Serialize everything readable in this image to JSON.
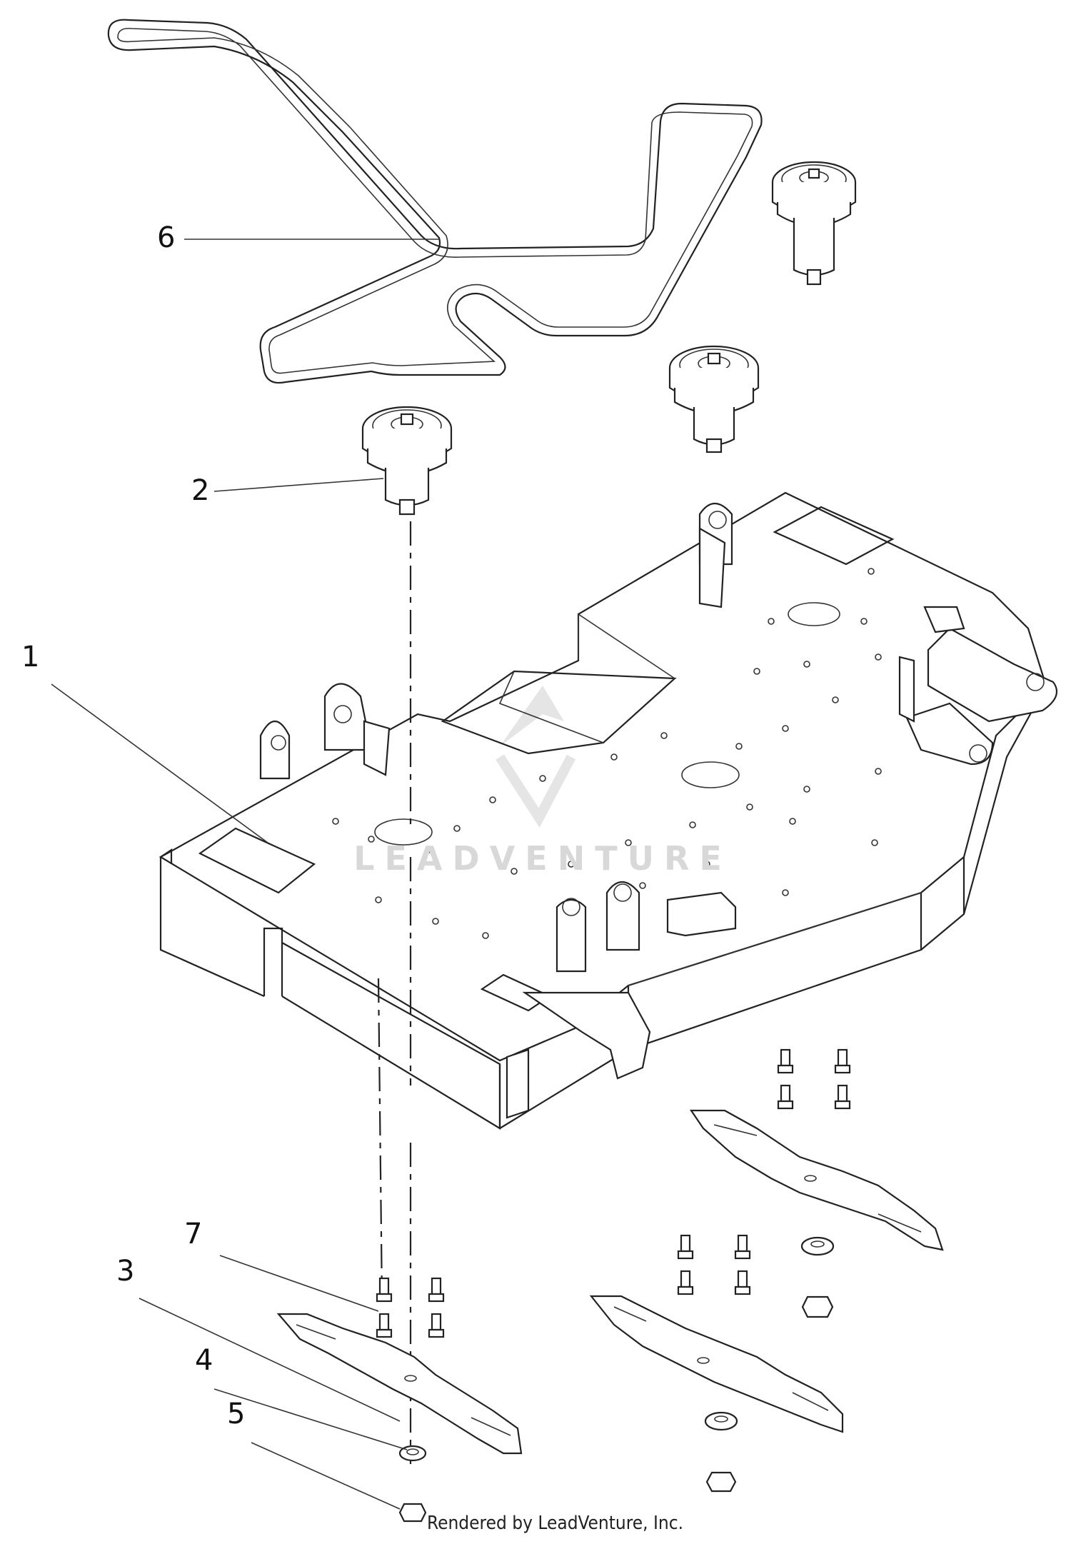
{
  "callouts": [
    {
      "id": "1",
      "label": "1"
    },
    {
      "id": "2",
      "label": "2"
    },
    {
      "id": "3",
      "label": "3"
    },
    {
      "id": "4",
      "label": "4"
    },
    {
      "id": "5",
      "label": "5"
    },
    {
      "id": "6",
      "label": "6"
    },
    {
      "id": "7",
      "label": "7"
    }
  ],
  "watermark": "LEADVENTURE",
  "credit": "Rendered by LeadVenture, Inc.",
  "colors": {
    "line": "#222222",
    "watermark": "#d8d8d8",
    "background": "#ffffff"
  }
}
